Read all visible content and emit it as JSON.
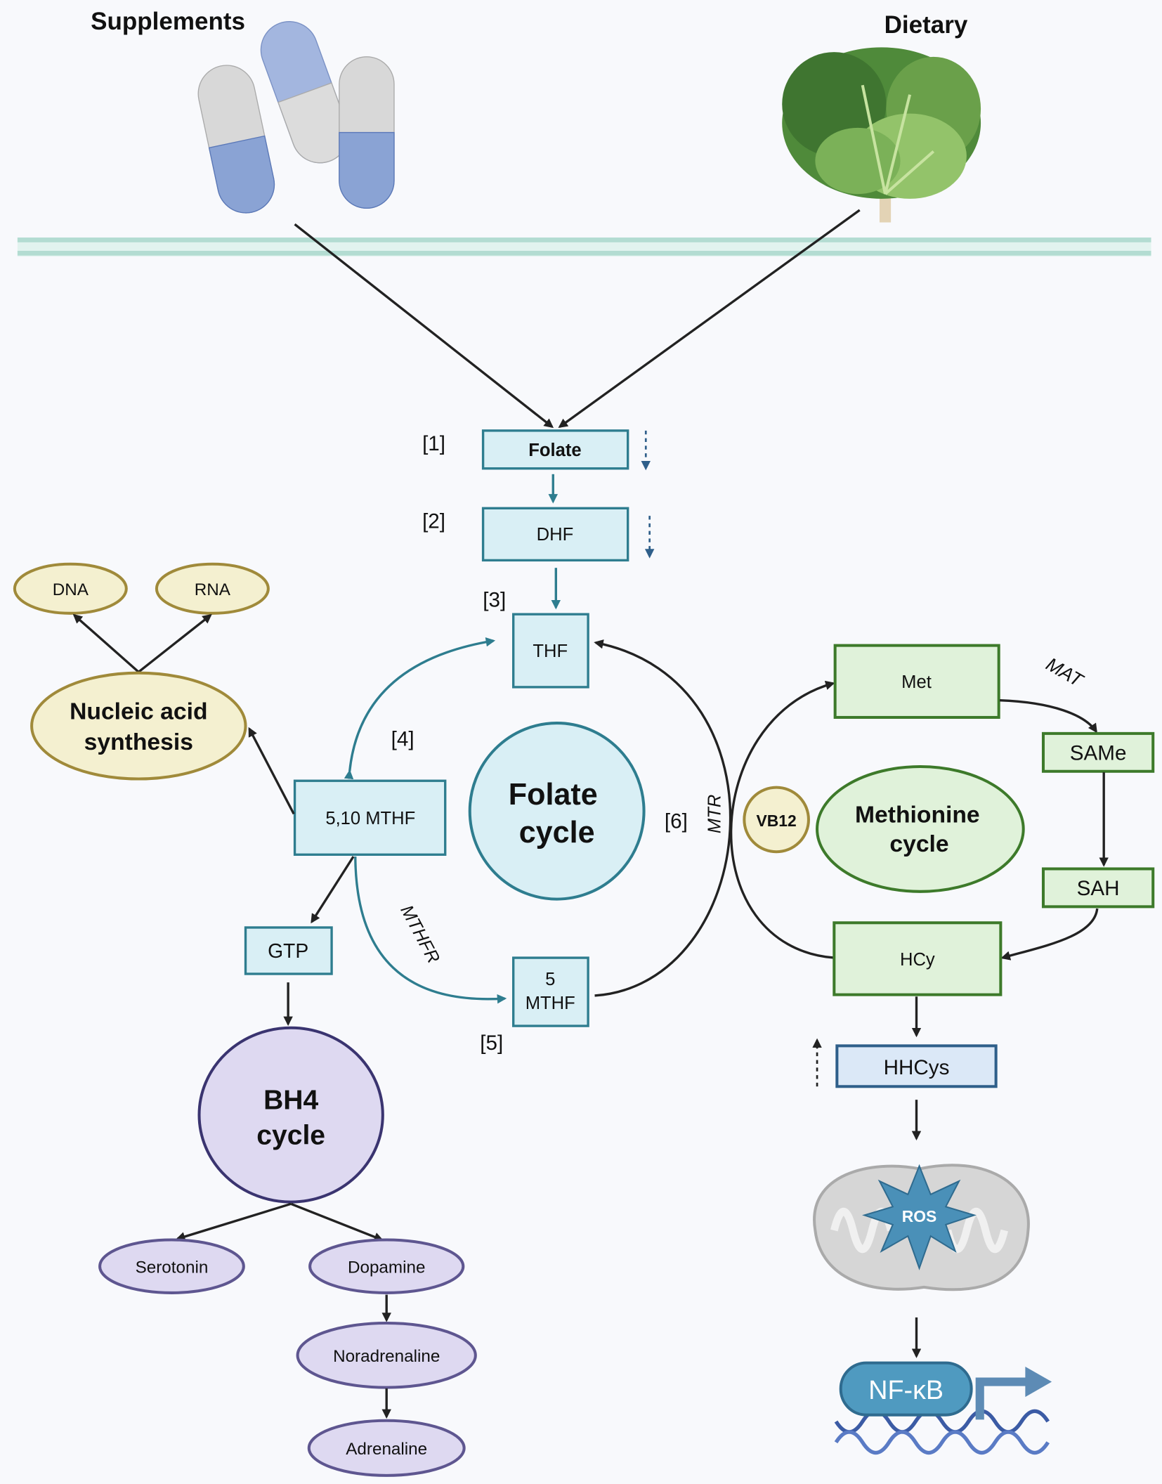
{
  "sources": {
    "supplements": "Supplements",
    "dietary": "Dietary"
  },
  "steps": {
    "s1": "[1]",
    "s2": "[2]",
    "s3": "[3]",
    "s4": "[4]",
    "s5": "[5]",
    "s6": "[6]"
  },
  "folate_pathway": {
    "folate": "Folate",
    "dhf": "DHF",
    "thf": "THF",
    "mthf_510": "5,10 MTHF",
    "mthf5_line1": "5",
    "mthf5_line2": "MTHF",
    "cycle_line1": "Folate",
    "cycle_line2": "cycle"
  },
  "enzymes": {
    "mthfr": "MTHFR",
    "mtr": "MTR",
    "mat": "MAT"
  },
  "nucleic": {
    "line1": "Nucleic acid",
    "line2": "synthesis",
    "dna": "DNA",
    "rna": "RNA"
  },
  "bh4": {
    "gtp": "GTP",
    "line1": "BH4",
    "line2": "cycle",
    "serotonin": "Serotonin",
    "dopamine": "Dopamine",
    "noradrenaline": "Noradrenaline",
    "adrenaline": "Adrenaline"
  },
  "methionine": {
    "vb12": "VB12",
    "line1": "Methionine",
    "line2": "cycle",
    "met": "Met",
    "same": "SAMe",
    "sah": "SAH",
    "hcy": "HCy",
    "hhcys": "HHCys"
  },
  "downstream": {
    "ros": "ROS",
    "nfkb": "NF-κB"
  },
  "colors": {
    "folate_fill": "#d9eff5",
    "folate_stroke": "#2e7d8f",
    "methionine_fill": "#e0f2da",
    "methionine_stroke": "#3d7a2a",
    "bh4_fill": "#ded9f1",
    "bh4_stroke": "#3a3470",
    "nucleic_fill": "#f4f0d0",
    "nucleic_stroke": "#a08a3a"
  }
}
